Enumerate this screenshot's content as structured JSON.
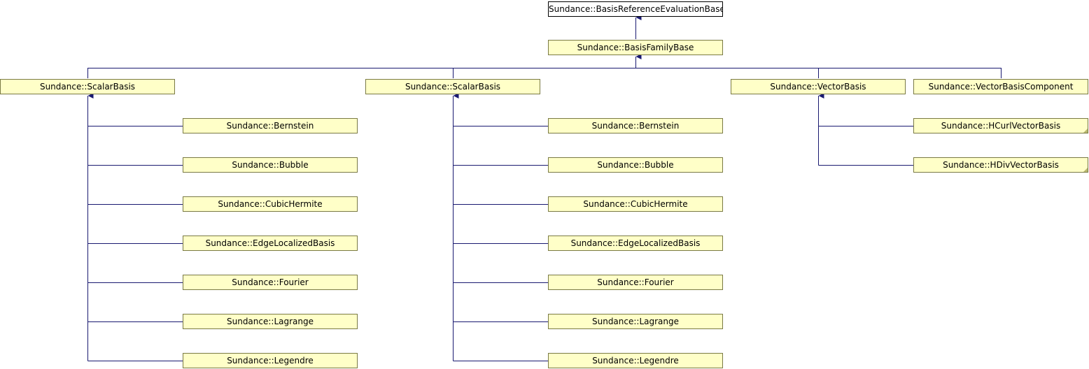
{
  "nodes": {
    "root": "Sundance::BasisReferenceEvaluationBase",
    "family": "Sundance::BasisFamilyBase",
    "scalar1": "Sundance::ScalarBasis",
    "scalar2": "Sundance::ScalarBasis",
    "vector": "Sundance::VectorBasis",
    "vcomp": "Sundance::VectorBasisComponent",
    "s1_bernstein": "Sundance::Bernstein",
    "s1_bubble": "Sundance::Bubble",
    "s1_cubic": "Sundance::CubicHermite",
    "s1_edge": "Sundance::EdgeLocalizedBasis",
    "s1_fourier": "Sundance::Fourier",
    "s1_lagrange": "Sundance::Lagrange",
    "s1_legendre": "Sundance::Legendre",
    "s2_bernstein": "Sundance::Bernstein",
    "s2_bubble": "Sundance::Bubble",
    "s2_cubic": "Sundance::CubicHermite",
    "s2_edge": "Sundance::EdgeLocalizedBasis",
    "s2_fourier": "Sundance::Fourier",
    "s2_lagrange": "Sundance::Lagrange",
    "s2_legendre": "Sundance::Legendre",
    "hcurl": "Sundance::HCurlVectorBasis",
    "hdiv": "Sundance::HDivVectorBasis"
  },
  "colors": {
    "edge": "#191970",
    "box_fill": "#ffffc8",
    "box_border": "#7a7a44",
    "root_fill": "#ffffff"
  }
}
